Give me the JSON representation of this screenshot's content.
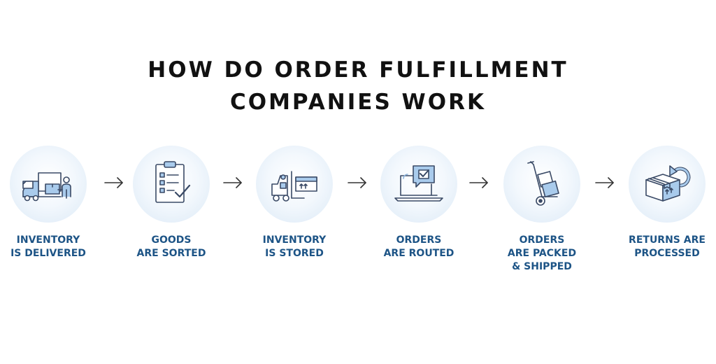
{
  "title": {
    "line1": "HOW DO ORDER FULFILLMENT",
    "line2": "COMPANIES WORK"
  },
  "steps": [
    {
      "icon": "delivery-truck-icon",
      "lines": [
        "INVENTORY",
        "IS DELIVERED"
      ]
    },
    {
      "icon": "clipboard-checklist-icon",
      "lines": [
        "GOODS",
        "ARE SORTED"
      ]
    },
    {
      "icon": "forklift-icon",
      "lines": [
        "INVENTORY",
        "IS STORED"
      ]
    },
    {
      "icon": "laptop-message-icon",
      "lines": [
        "ORDERS",
        "ARE ROUTED"
      ]
    },
    {
      "icon": "hand-truck-icon",
      "lines": [
        "ORDERS",
        "ARE PACKED",
        "& SHIPPED"
      ]
    },
    {
      "icon": "return-box-icon",
      "lines": [
        "RETURNS ARE",
        "PROCESSED"
      ]
    }
  ],
  "colors": {
    "label": "#1d5486",
    "icon_stroke": "#3a4a66",
    "icon_fill": "#a9cbec",
    "circle": "#dbe9f6"
  }
}
